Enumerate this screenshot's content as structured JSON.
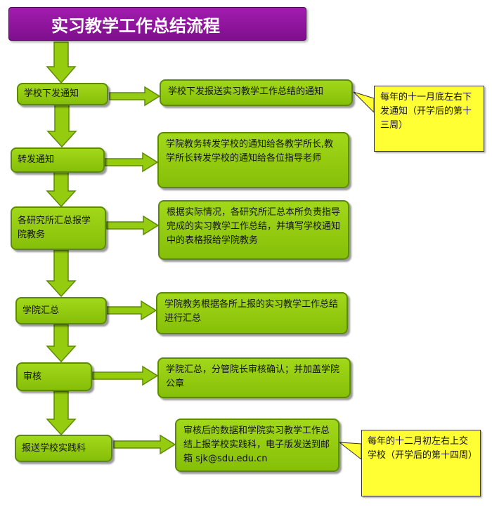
{
  "title": "实习教学工作总结流程",
  "colors": {
    "title_fill": "#8e1aa0",
    "box_fill": "#96cc10",
    "box_border": "#5d8a06",
    "note_fill": "#ffff33"
  },
  "steps": [
    {
      "label": "学校下发通知",
      "description": "学校下发报送实习教学工作总结的通知"
    },
    {
      "label": "转发通知",
      "description": "学院教务转发学校的通知给各教学所长,教学所长转发学校的通知给各位指导老师"
    },
    {
      "label": "各研究所汇总报学院教务",
      "description": "根据实际情况，各研究所汇总本所负责指导完成的实习教学工作总结，并填写学校通知中的表格报给学院教务"
    },
    {
      "label": "学院汇总",
      "description": "学院教务根据各所上报的实习教学工作总结进行汇总"
    },
    {
      "label": "审核",
      "description": "学院汇总，分管院长审核确认；并加盖学院公章"
    },
    {
      "label": "报送学校实践科",
      "description": "审核后的数据和学院实习教学工作总结上报学校实践科，电子版发送到邮箱 sjk@sdu.edu.cn"
    }
  ],
  "notes": [
    {
      "text": "每年的十一月底左右下发通知（开学后的第十三周）"
    },
    {
      "text": "每年的十二月初左右上交学校（开学后的第十四周）"
    }
  ]
}
